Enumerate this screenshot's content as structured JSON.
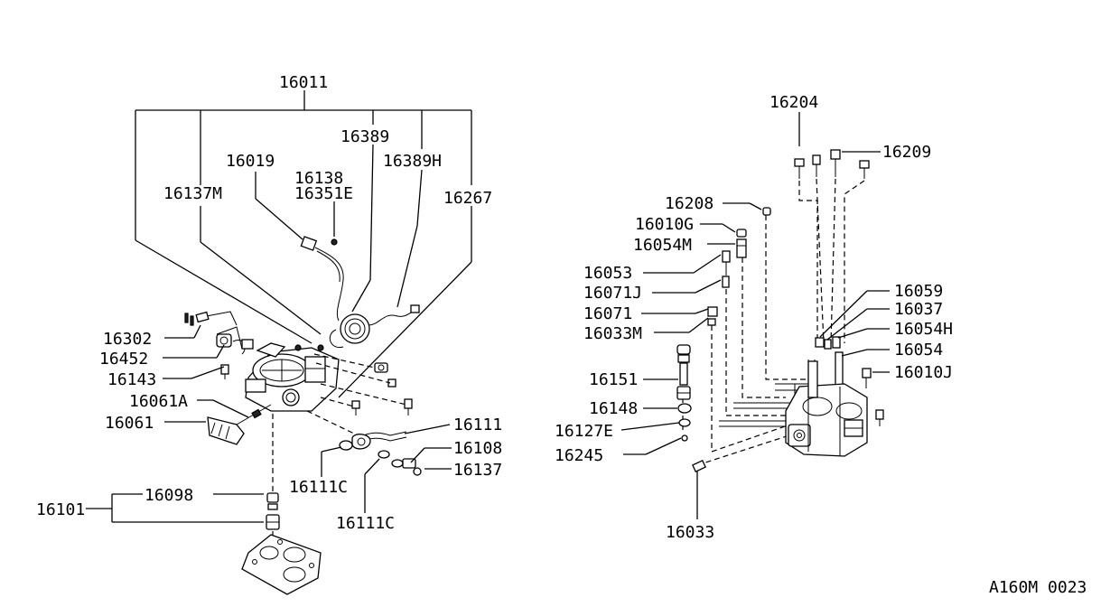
{
  "figure_code": "A160M 0023",
  "labels": {
    "p16011": "16011",
    "p16389": "16389",
    "p16019": "16019",
    "p16138": "16138",
    "p16351E": "16351E",
    "p16389H": "16389H",
    "p16137M": "16137M",
    "p16267": "16267",
    "p16302": "16302",
    "p16452": "16452",
    "p16143": "16143",
    "p16061A": "16061A",
    "p16061": "16061",
    "p16111": "16111",
    "p16108": "16108",
    "p16137": "16137",
    "p16111C_a": "16111C",
    "p16111C_b": "16111C",
    "p16098": "16098",
    "p16101": "16101",
    "p16204": "16204",
    "p16209": "16209",
    "p16208": "16208",
    "p16010G": "16010G",
    "p16054M": "16054M",
    "p16053": "16053",
    "p16071J": "16071J",
    "p16071": "16071",
    "p16033M": "16033M",
    "p16059": "16059",
    "p16037": "16037",
    "p16054H": "16054H",
    "p16054": "16054",
    "p16010J": "16010J",
    "p16151": "16151",
    "p16148": "16148",
    "p16127E": "16127E",
    "p16245": "16245",
    "p16033": "16033"
  }
}
